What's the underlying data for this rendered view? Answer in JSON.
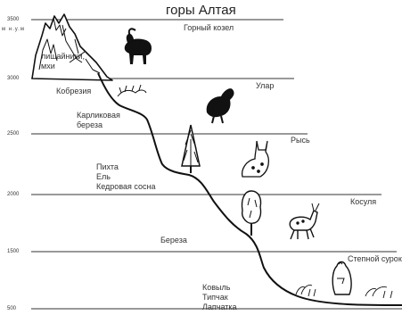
{
  "title": "горы Алтая",
  "y_axis": {
    "unit": "м н.у.м",
    "ticks": [
      "3500",
      "3000",
      "2500",
      "2000",
      "1500",
      "500"
    ]
  },
  "animals": {
    "goat": "Горный козел",
    "ular": "Улар",
    "lynx": "Рысь",
    "roe_deer": "Косуля",
    "marmot": "Степной сурок"
  },
  "vegetation_zones": {
    "lichens": "лишайники,\nмхи",
    "kobresia": "Кобрезия",
    "dwarf_birch": "Карликовая\nбереза",
    "conifers": "Пихта\nЕль\nКедровая сосна",
    "birch": "Береза",
    "steppe": "Ковыль\nТипчак\nЛапчатка"
  },
  "colors": {
    "ink": "#111111",
    "grid": "#333333",
    "text": "#222222"
  }
}
